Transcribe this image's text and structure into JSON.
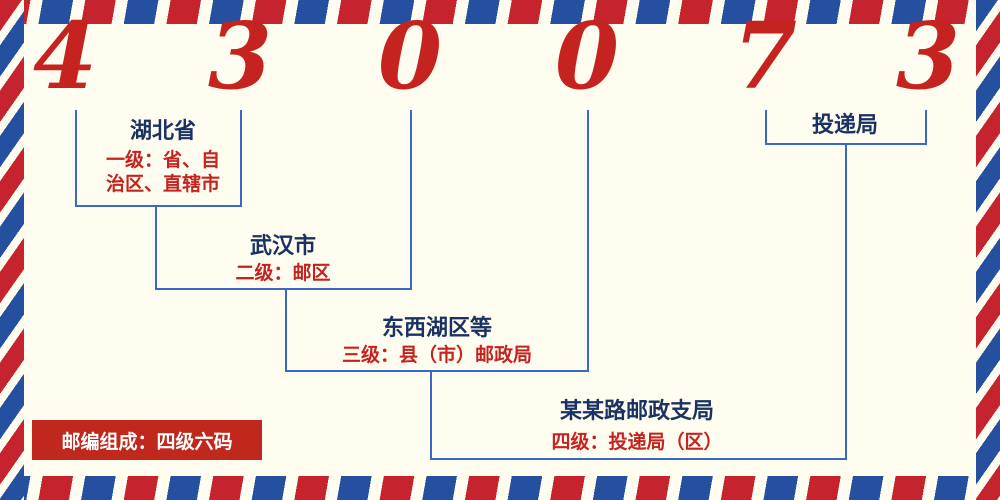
{
  "postal_code": {
    "digits": [
      "4",
      "3",
      "0",
      "0",
      "7",
      "3"
    ]
  },
  "levels": [
    {
      "name": "湖北省",
      "desc_lines": [
        "一级：省、自",
        "治区、直辖市"
      ]
    },
    {
      "name": "武汉市",
      "desc": "二级：邮区"
    },
    {
      "name": "东西湖区等",
      "desc": "三级：县（市）邮政局"
    },
    {
      "name": "某某路邮政支局",
      "desc": "四级：投递局（区）"
    },
    {
      "name": "投递局"
    }
  ],
  "footer": {
    "text": "邮编组成：四级六码"
  },
  "colors": {
    "digit_red": "#c5231f",
    "line_blue": "#3a68c4",
    "label_navy": "#1a3263",
    "desc_red": "#c5231f",
    "background": "#fffdf0",
    "border_red": "#c5232d",
    "border_blue": "#24509f",
    "footer_bg": "#c0281e",
    "footer_text": "#ffffff"
  }
}
